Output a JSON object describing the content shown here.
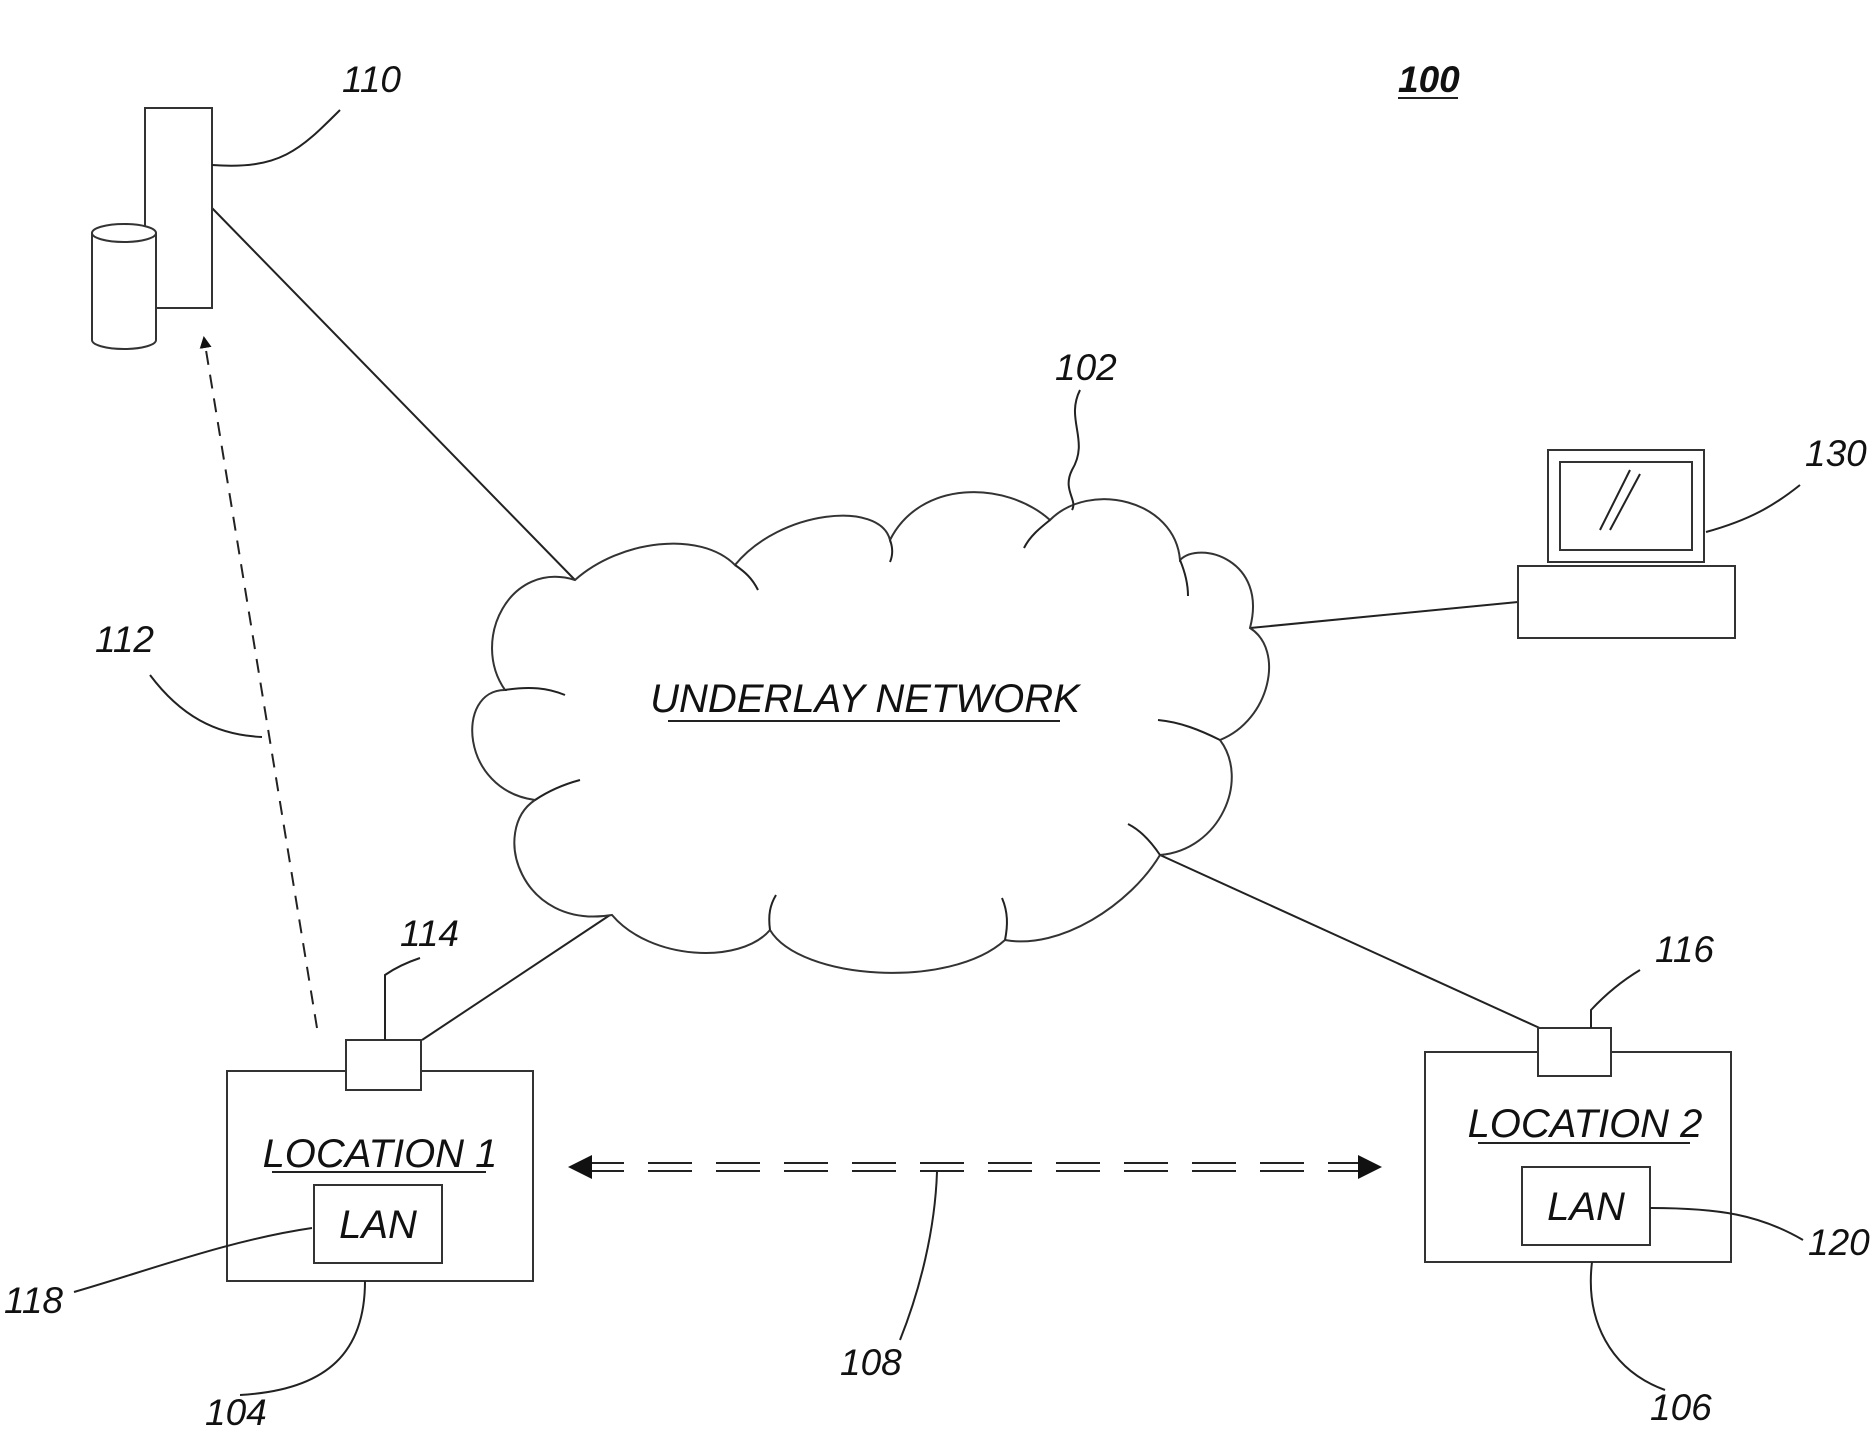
{
  "figure": {
    "figure_number": "100",
    "network": {
      "label": "UNDERLAY NETWORK",
      "ref": "102"
    },
    "server": {
      "ref": "110"
    },
    "terminal": {
      "ref": "130"
    },
    "tunnel_to_server": {
      "ref": "112"
    },
    "overlay_link": {
      "ref": "108"
    },
    "location_1": {
      "label": "LOCATION 1",
      "ref": "104",
      "lan_label": "LAN",
      "lan_ref": "118",
      "edge_device_ref": "114"
    },
    "location_2": {
      "label": "LOCATION 2",
      "ref": "106",
      "lan_label": "LAN",
      "lan_ref": "120",
      "edge_device_ref": "116"
    }
  }
}
